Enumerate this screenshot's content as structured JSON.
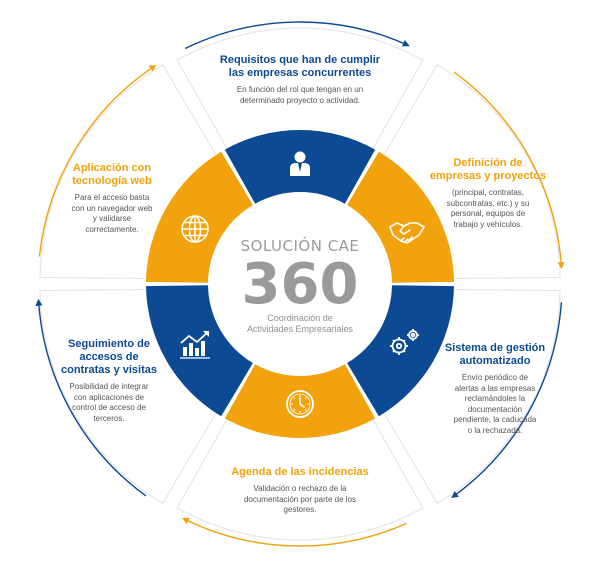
{
  "center": {
    "heading": "SOLUCIÓN CAE",
    "number": "360",
    "subtitle_line1": "Coordinación de",
    "subtitle_line2": "Actividades Empresariales"
  },
  "colors": {
    "blue": "#0c4a93",
    "orange": "#f2a20c",
    "gray": "#9a9a9a"
  },
  "segments": [
    {
      "id": "requisitos",
      "color": "blue",
      "icon": "worker-icon",
      "title_line1": "Requisitos que han de cumplir",
      "title_line2": "las empresas concurrentes",
      "desc": [
        "En función del rol que tengan en un",
        "determinado proyecto o actividad."
      ]
    },
    {
      "id": "definicion",
      "color": "orange",
      "icon": "handshake-icon",
      "title_line1": "Definición de",
      "title_line2": "empresas y proyectos",
      "desc": [
        "(principal, contratas,",
        "subcontratas, etc.) y su",
        "personal, equipos de",
        "trabajo y vehículos."
      ]
    },
    {
      "id": "sistema",
      "color": "blue",
      "icon": "gears-icon",
      "title_line1": "Sistema de gestión",
      "title_line2": "automatizado",
      "desc": [
        "Envío periódico de",
        "alertas a las empresas",
        "reclamándoles la",
        "documentación",
        "pendiente, la caducada",
        "o la rechazada."
      ]
    },
    {
      "id": "agenda",
      "color": "orange",
      "icon": "clock-icon",
      "title_line1": "Agenda de las incidencias",
      "title_line2": "",
      "desc": [
        "Validación o rechazo de la",
        "documentación por parte de los",
        "gestores."
      ]
    },
    {
      "id": "seguimiento",
      "color": "blue",
      "icon": "chart-icon",
      "title_line1": "Seguimiento de",
      "title_line2": "accesos de",
      "title_line3": "contratas y visitas",
      "desc": [
        "Posibilidad de integrar",
        "con aplicaciones de",
        "control de acceso de",
        "terceros."
      ]
    },
    {
      "id": "aplicacion",
      "color": "orange",
      "icon": "globe-icon",
      "title_line1": "Aplicación con",
      "title_line2": "tecnología web",
      "desc": [
        "Para el acceso basta",
        "con un navegador web",
        "y validarse",
        "correctamente."
      ]
    }
  ]
}
